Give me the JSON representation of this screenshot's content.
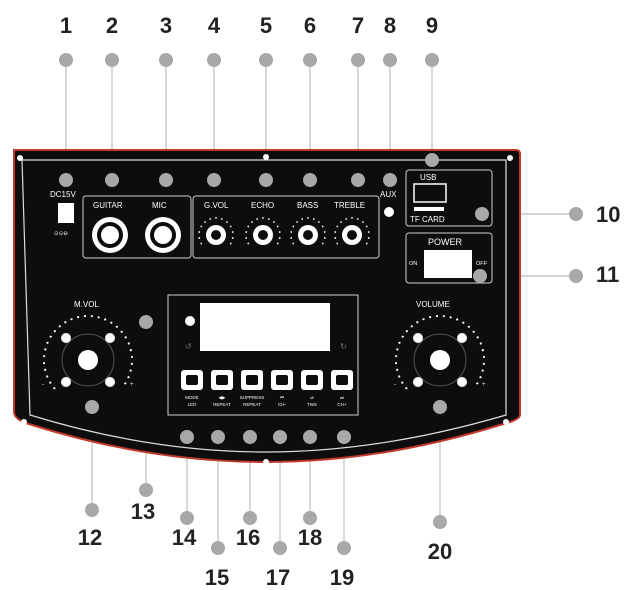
{
  "callouts": [
    "1",
    "2",
    "3",
    "4",
    "5",
    "6",
    "7",
    "8",
    "9",
    "10",
    "11",
    "12",
    "13",
    "14",
    "15",
    "16",
    "17",
    "18",
    "19",
    "20"
  ],
  "panel": {
    "dc_label": "DC15V",
    "dc_polarity": "⊙⊙⊖",
    "guitar_label": "GUITAR",
    "mic_label": "MIC",
    "gvol_label": "G.VOL",
    "echo_label": "ECHO",
    "bass_label": "BASS",
    "treble_label": "TREBLE",
    "aux_label": "AUX",
    "usb_label": "USB",
    "tfcard_label": "TF CARD",
    "power_label": "POWER",
    "on_label": "ON",
    "off_label": "OFF",
    "mvol_label": "M.VOL",
    "volume_label": "VOLUME",
    "buttons": [
      {
        "top": "MODE",
        "bottom": "LED",
        "icon": ""
      },
      {
        "top": "◀▶",
        "bottom": "REPEAT",
        "icon": ""
      },
      {
        "top": "SUPPRESS",
        "bottom": "REPEAT",
        "icon": ""
      },
      {
        "top": "⏮",
        "bottom": "CH-",
        "icon": ""
      },
      {
        "top": "⏯",
        "bottom": "TWS",
        "icon": ""
      },
      {
        "top": "⏭",
        "bottom": "CH+",
        "icon": ""
      }
    ]
  },
  "colors": {
    "panel": "#0d0d0d",
    "accent_red": "#c0392b",
    "marker_gray": "#a8a8a8",
    "text_dark": "#222222"
  }
}
